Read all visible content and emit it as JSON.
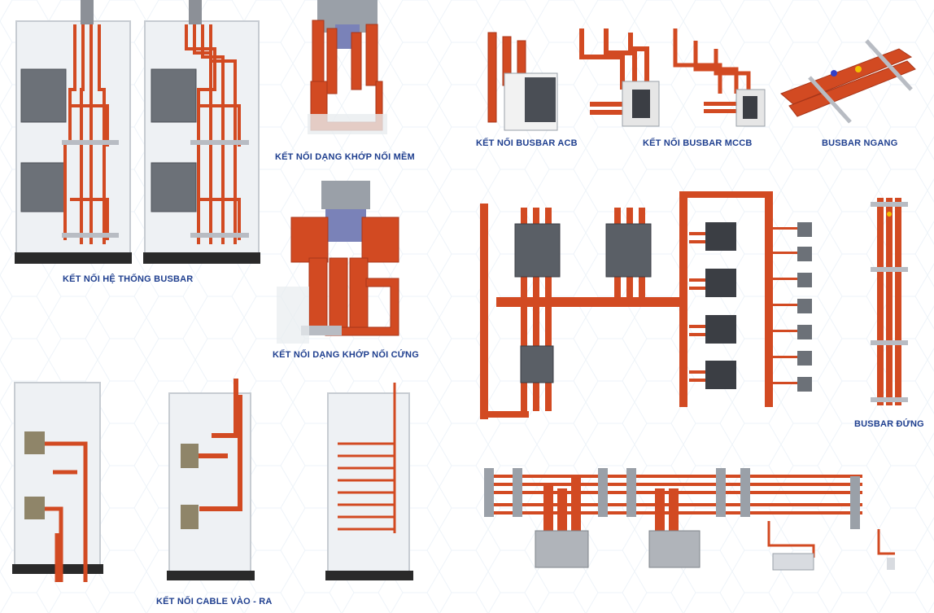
{
  "colors": {
    "copper": "#d24a22",
    "copper_dark": "#a8361a",
    "copper_light": "#e8724a",
    "caption_blue": "#1f3f8f",
    "cabinet_frame": "#c7ccd2",
    "cabinet_fill": "#eef1f4",
    "breaker_gray": "#5a5f66",
    "insulator_blue": "#7a82b8",
    "base_black": "#2a2a2a",
    "hex_pattern": "#e3edf5"
  },
  "captions": {
    "busbar_system": "KẾT NỐI HỆ THỐNG BUSBAR",
    "flexible_joint": "KẾT NỐI DẠNG KHỚP NỐI MỀM",
    "rigid_joint": "KẾT NỐI DẠNG KHỚP NỐI CỨNG",
    "acb_busbar": "KẾT NỐI BUSBAR ACB",
    "mccb_busbar": "KẾT NỐI BUSBAR MCCB",
    "horizontal_busbar": "BUSBAR NGANG",
    "vertical_busbar": "BUSBAR ĐỨNG",
    "cable_in_out": "KẾT NỐI CABLE VÀO - RA"
  },
  "icons": {
    "cabinet": "switchboard-cabinet-illustration",
    "acb": "air-circuit-breaker-illustration",
    "mccb": "molded-case-circuit-breaker-illustration",
    "busbar": "copper-busbar-illustration"
  }
}
